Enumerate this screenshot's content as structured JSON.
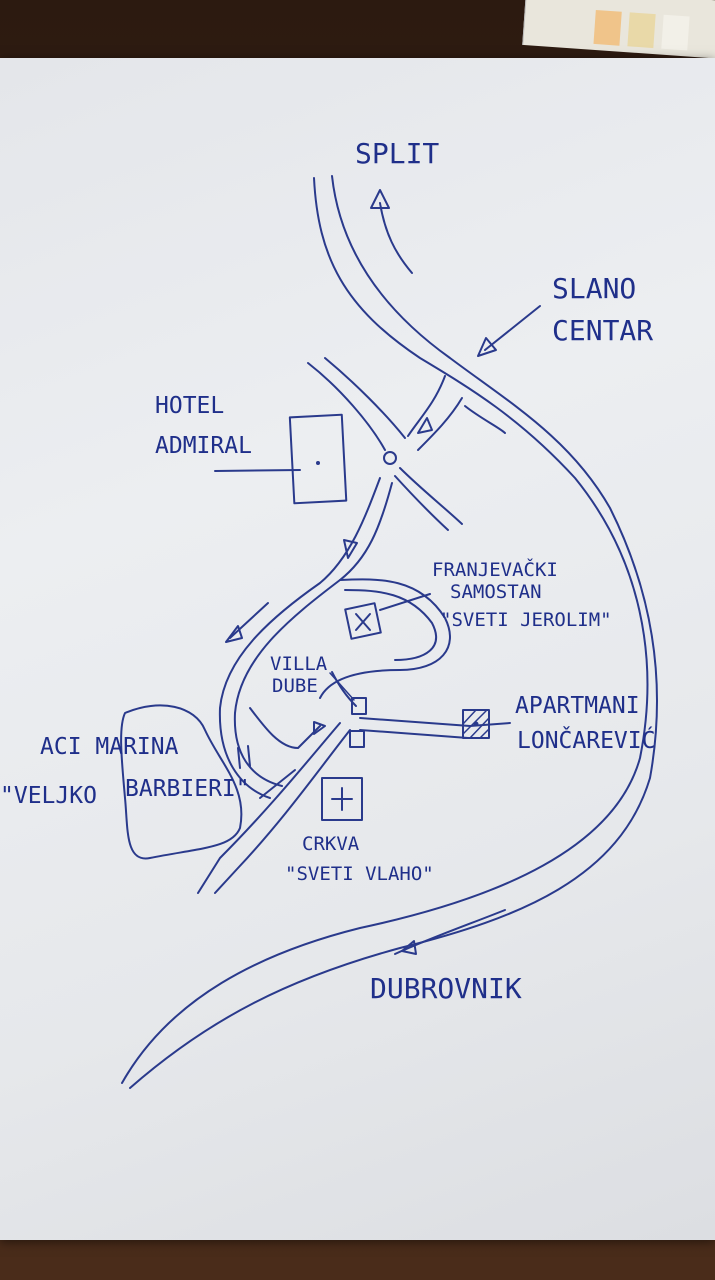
{
  "ink_color": "#2a3a8c",
  "paper_color": "#eceef1",
  "labels": {
    "split": "SPLIT",
    "slano_1": "SLANO",
    "slano_2": "CENTAR",
    "hotel_1": "HOTEL",
    "hotel_2": "ADMIRAL",
    "franj_1": "FRANJEVAČKI",
    "franj_2": "SAMOSTAN",
    "franj_3": "\"SVETI JEROLIM\"",
    "villa_1": "VILLA",
    "villa_2": "DUBE",
    "apt_1": "APARTMANI",
    "apt_2": "LONČAREVIĆ",
    "aci_1": "ACI MARINA",
    "aci_2": "\"VELJKO",
    "aci_3": "BARBIERI\"",
    "crkva_1": "CRKVA",
    "crkva_2": "\"SVETI VLAHO\"",
    "dubrovnik": "DUBROVNIK"
  },
  "icons": {
    "monastery": "x-square-icon",
    "church": "cross-square-icon",
    "apartment": "hatched-square-icon",
    "hotel": "building-rect-icon",
    "roundabout": "circle-icon"
  }
}
